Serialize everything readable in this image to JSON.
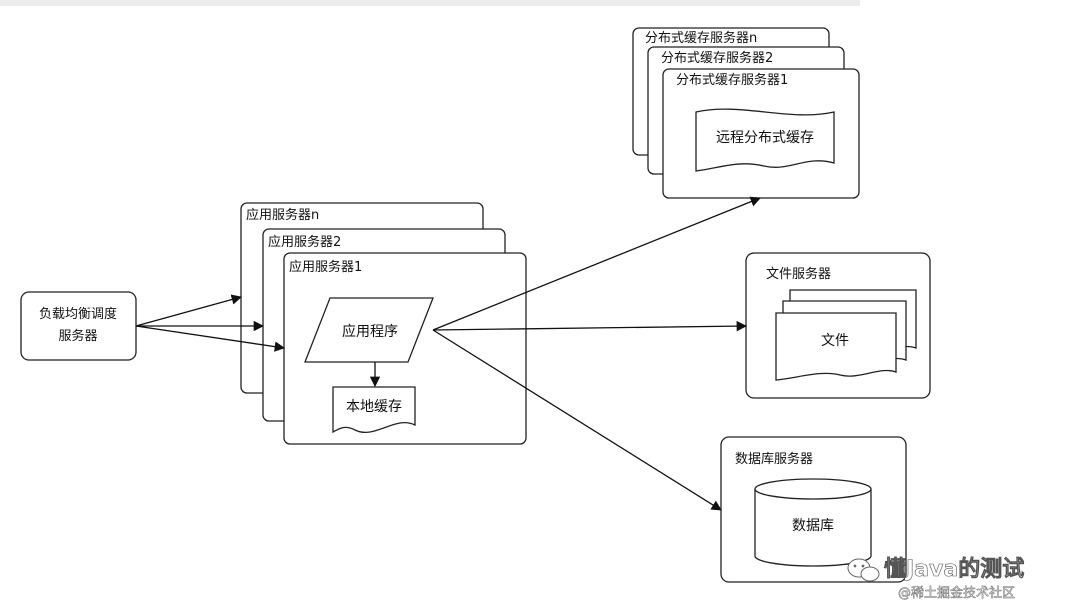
{
  "load_balancer": {
    "line1": "负载均衡调度",
    "line2": "服务器"
  },
  "app_servers": {
    "n": "应用服务器n",
    "two": "应用服务器2",
    "one": "应用服务器1"
  },
  "app_program": "应用程序",
  "local_cache": "本地缓存",
  "dist_cache_servers": {
    "n": "分布式缓存服务器n",
    "two": "分布式缓存服务器2",
    "one": "分布式缓存服务器1"
  },
  "remote_cache": "远程分布式缓存",
  "file_server": {
    "title": "文件服务器",
    "doc": "文件"
  },
  "db_server": {
    "title": "数据库服务器",
    "db": "数据库"
  },
  "watermark": {
    "line1": "懂Java的测试",
    "line2": "@稀土掘金技术社区"
  }
}
